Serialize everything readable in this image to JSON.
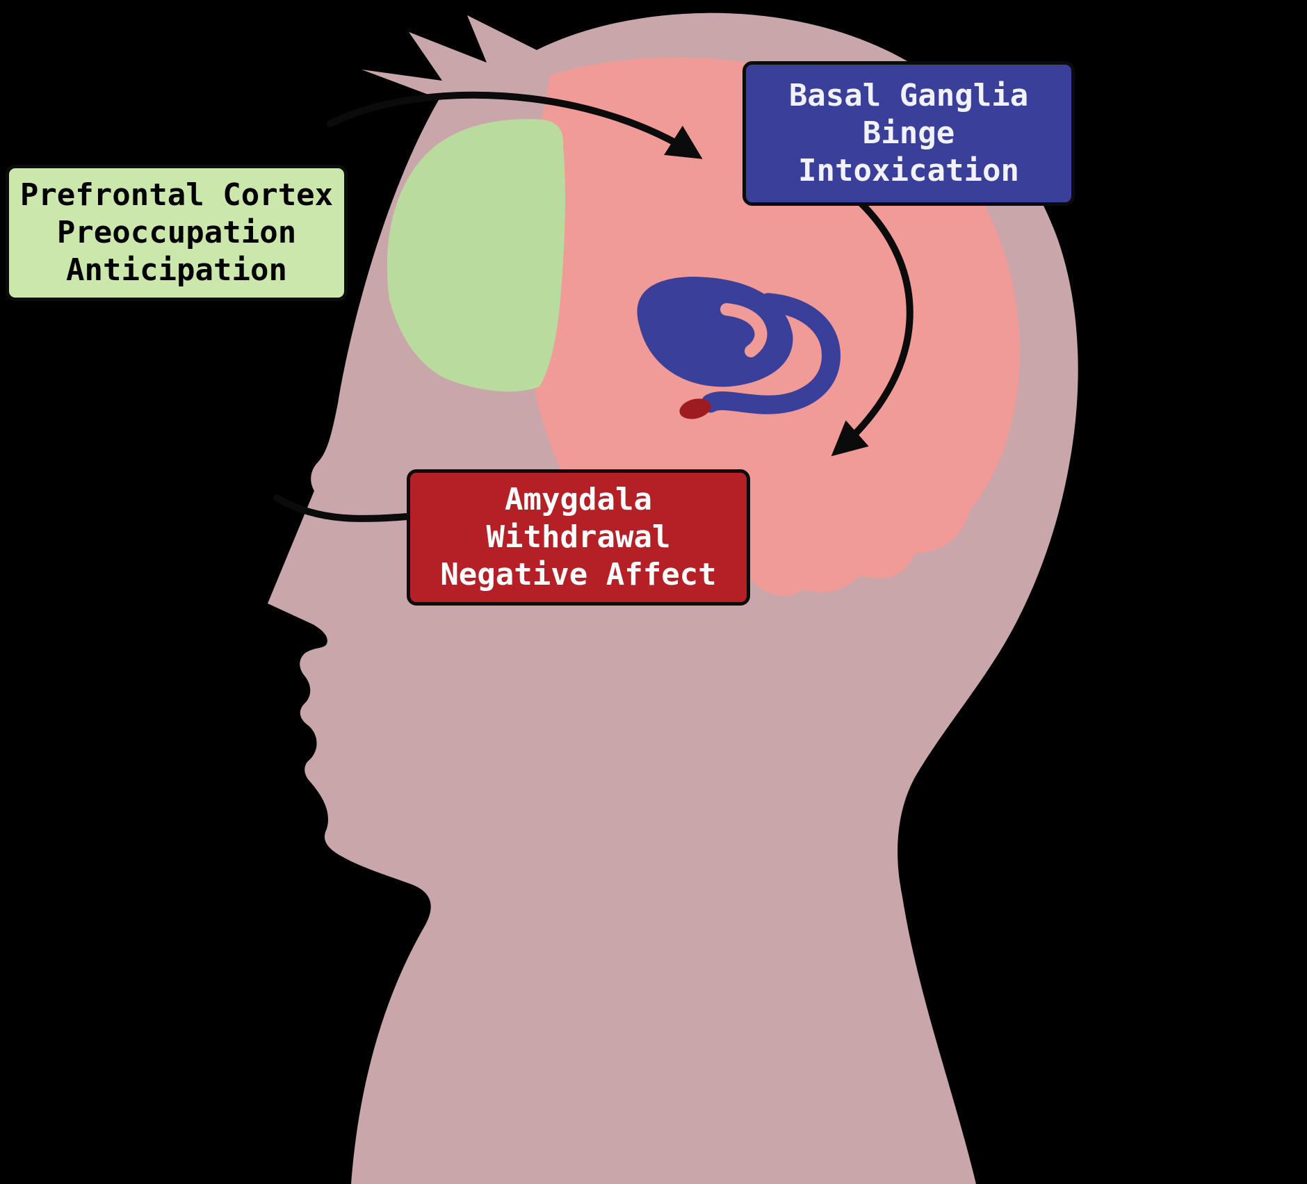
{
  "diagram": {
    "type": "brain-addiction-cycle",
    "background_color": "#000000",
    "colors": {
      "head": "#c8a6aa",
      "brain": "#f19b99",
      "prefrontal_region": "#b9dc9e",
      "basal_ganglia_region": "#3a3f99",
      "amygdala_region": "#9e1b22",
      "arrow": "#0b0b0b"
    },
    "labels": {
      "prefrontal": {
        "bg": "#cbe7ac",
        "text_color": "#000000",
        "lines": [
          "Prefrontal Cortex",
          "Preoccupation",
          "Anticipation"
        ]
      },
      "basal_ganglia": {
        "bg": "#3a3f99",
        "text_color": "#f2f2ff",
        "lines": [
          "Basal Ganglia",
          "Binge",
          "Intoxication"
        ]
      },
      "amygdala": {
        "bg": "#b42025",
        "text_color": "#ffffff",
        "lines": [
          "Amygdala",
          "Withdrawal",
          "Negative Affect"
        ]
      }
    }
  }
}
